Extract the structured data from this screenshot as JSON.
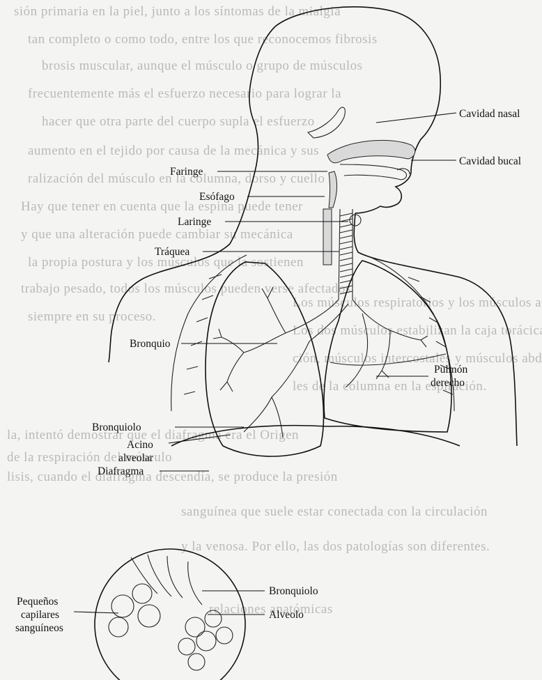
{
  "labels": {
    "cavidad_nasal": "Cavidad nasal",
    "cavidad_bucal": "Cavidad bucal",
    "faringe": "Faringe",
    "esofago": "Esófago",
    "laringe": "Laringe",
    "traquea": "Tráquea",
    "bronquio": "Bronquio",
    "pulmon_l1": "Pulmón",
    "pulmon_l2": "derecho",
    "bronquiolo": "Bronquiolo",
    "acino_l1": "Acino",
    "acino_l2": "alveolar",
    "diafragma": "Diafragma",
    "capilares_l1": "Pequeños",
    "capilares_l2": "capilares",
    "capilares_l3": "sanguíneos",
    "inset_bronquiolo": "Bronquiolo",
    "alveolo": "Alveolo"
  },
  "background_text": [
    "sión primaria en la piel, junto a los síntomas de la mialgia",
    "tan completo o como todo, entre los que reconocemos fibrosis",
    "brosis muscular, aunque el músculo o grupo de músculos",
    "frecuentemente más el esfuerzo necesario para lograr la",
    "hacer que otra parte del cuerpo supla el esfuerzo",
    "aumento en el tejido por causa de la mecánica y sus",
    "ralización del músculo en la columna, dorso y cuello",
    "Hay que tener en cuenta que la espina puede tener",
    "y que una alteración puede cambiar su mecánica",
    "la propia postura y los músculos que la sostienen",
    "trabajo pesado, todos los músculos pueden verse afectados",
    "siempre en su proceso.",
    "Los músculos respiratorios y los músculos accesorios",
    "Los dos músculos estabilizan la caja torácica",
    "ción, músculos intercostales y músculos abdominales",
    "les de la columna en la espiración.",
    "la, intentó demostrar que el diafragma era el Origen",
    "de la respiración del músculo",
    "lisis, cuando el diafragma descendía, se produce la presión",
    "sanguínea que suele estar conectada con la circulación",
    "y la venosa. Por ello, las dos patologías son diferentes.",
    "relaciones anatómicas"
  ]
}
